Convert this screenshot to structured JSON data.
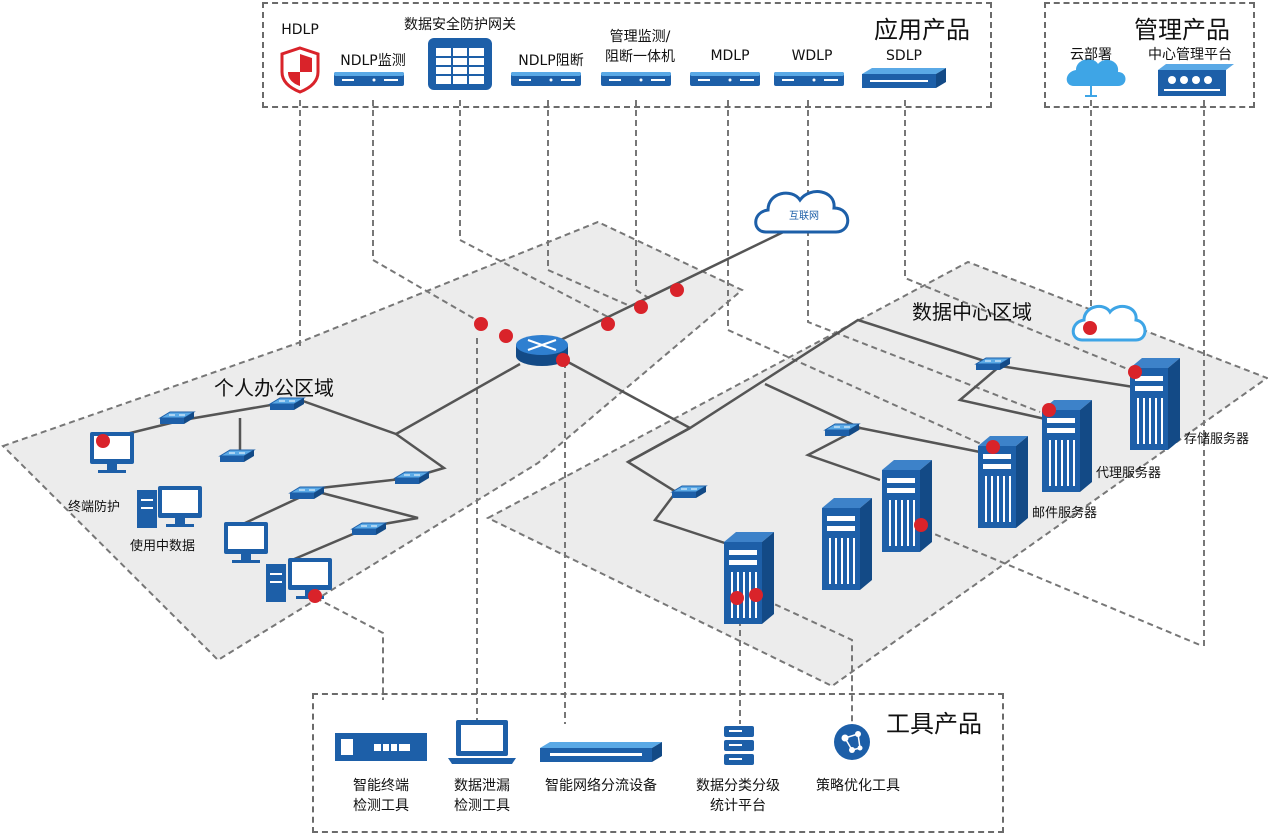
{
  "app_products": {
    "title": "应用产品",
    "items": [
      {
        "label": "HDLP",
        "icon": "shield-icon"
      },
      {
        "label": "NDLP监测",
        "icon": "appliance-icon"
      },
      {
        "label": "数据安全防护网关",
        "icon": "gateway-icon"
      },
      {
        "label": "NDLP阻断",
        "icon": "appliance-icon"
      },
      {
        "label_line1": "管理监测/",
        "label_line2": "阻断一体机",
        "icon": "appliance-icon"
      },
      {
        "label": "MDLP",
        "icon": "appliance-icon"
      },
      {
        "label": "WDLP",
        "icon": "appliance-icon"
      },
      {
        "label": "SDLP",
        "icon": "appliance-icon"
      }
    ]
  },
  "mgmt_products": {
    "title": "管理产品",
    "items": [
      {
        "label": "云部署",
        "icon": "cloud-deploy-icon"
      },
      {
        "label": "中心管理平台",
        "icon": "management-platform-icon"
      }
    ]
  },
  "tool_products": {
    "title": "工具产品",
    "items": [
      {
        "label_line1": "智能终端",
        "label_line2": "检测工具",
        "icon": "terminal-tool-icon"
      },
      {
        "label_line1": "数据泄漏",
        "label_line2": "检测工具",
        "icon": "laptop-icon"
      },
      {
        "label": "智能网络分流设备",
        "icon": "rack-device-icon"
      },
      {
        "label_line1": "数据分类分级",
        "label_line2": "统计平台",
        "icon": "server-stack-icon"
      },
      {
        "label": "策略优化工具",
        "icon": "network-nodes-icon"
      }
    ]
  },
  "zones": {
    "office": "个人办公区域",
    "datacenter": "数据中心区域"
  },
  "internet": "互联网",
  "office_labels": {
    "endpoint_protection": "终端防护",
    "data_in_use": "使用中数据"
  },
  "servers": {
    "storage": "存储服务器",
    "proxy": "代理服务器",
    "mail": "邮件服务器"
  },
  "colors": {
    "device_blue": "#1d5fa8",
    "dot_red": "#d9232a",
    "zone_fill": "#ececec",
    "dash_gray": "#777777"
  }
}
